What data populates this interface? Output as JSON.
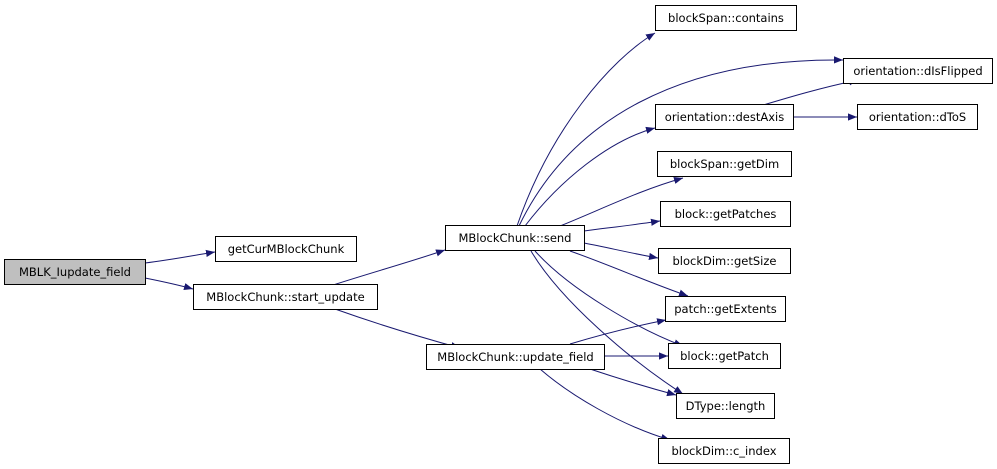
{
  "graph": {
    "edge_color": "#191970",
    "root_fill": "#bfbfbf",
    "nodes": {
      "root": "MBLK_Iupdate_field",
      "getCur": "getCurMBlockChunk",
      "startUpdate": "MBlockChunk::start_update",
      "send": "MBlockChunk::send",
      "updateField": "MBlockChunk::update_field",
      "contains": "blockSpan::contains",
      "dIsFlipped": "orientation::dIsFlipped",
      "destAxis": "orientation::destAxis",
      "dToS": "orientation::dToS",
      "getDim": "blockSpan::getDim",
      "getPatches": "block::getPatches",
      "getSize": "blockDim::getSize",
      "getExtents": "patch::getExtents",
      "getPatch": "block::getPatch",
      "length": "DType::length",
      "cIndex": "blockDim::c_index"
    },
    "edges": [
      [
        "root",
        "getCur"
      ],
      [
        "root",
        "startUpdate"
      ],
      [
        "startUpdate",
        "send"
      ],
      [
        "startUpdate",
        "updateField"
      ],
      [
        "send",
        "contains"
      ],
      [
        "send",
        "dIsFlipped"
      ],
      [
        "send",
        "destAxis"
      ],
      [
        "send",
        "getDim"
      ],
      [
        "send",
        "getPatches"
      ],
      [
        "send",
        "getSize"
      ],
      [
        "send",
        "getExtents"
      ],
      [
        "send",
        "getPatch"
      ],
      [
        "send",
        "length"
      ],
      [
        "destAxis",
        "dIsFlipped"
      ],
      [
        "destAxis",
        "dToS"
      ],
      [
        "updateField",
        "getExtents"
      ],
      [
        "updateField",
        "getPatch"
      ],
      [
        "updateField",
        "length"
      ],
      [
        "updateField",
        "cIndex"
      ]
    ]
  }
}
